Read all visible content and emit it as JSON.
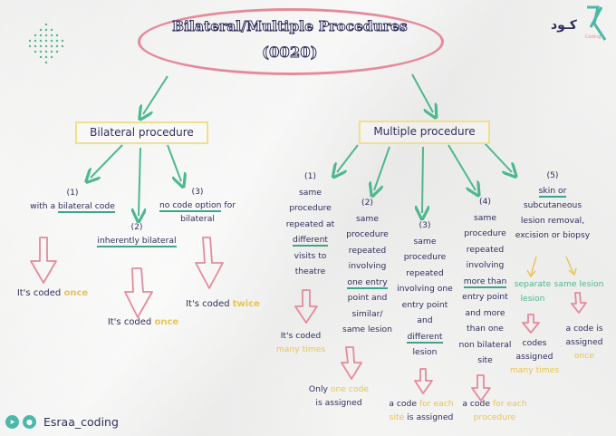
{
  "title": {
    "line1": "Bilateral/Multiple Procedures",
    "line2": "(0020)"
  },
  "logo": {
    "mark": "كـود",
    "sub": "Coding"
  },
  "bilateral": {
    "header": "Bilateral procedure",
    "c1": {
      "num": "(1)",
      "pre": "with a ",
      "u": "bilateral code",
      "res_pre": "It's coded ",
      "res": "once"
    },
    "c2": {
      "num": "(2)",
      "u": "inherently bilateral",
      "res_pre": "It's coded ",
      "res": "once"
    },
    "c3": {
      "num": "(3)",
      "u": "no code option",
      "post": " for",
      "l2": "bilateral",
      "res_pre": "It's coded ",
      "res": "twice"
    }
  },
  "multiple": {
    "header": "Multiple procedure",
    "m1": {
      "num": "(1)",
      "l1": "same",
      "l2": "procedure",
      "l3": "repeated at",
      "u": "different",
      "l5": "visits to",
      "l6": "theatre",
      "res1": "It's coded",
      "res2": "many times"
    },
    "m2": {
      "num": "(2)",
      "l1": "same",
      "l2": "procedure",
      "l3": "repeated",
      "l4": "involving",
      "u": "one entry",
      "l6": "point and",
      "l7": "similar/",
      "l8": "same lesion",
      "res_pre": "Only ",
      "res": "one code",
      "res_l2": "is assigned"
    },
    "m3": {
      "num": "(3)",
      "l1": "same",
      "l2": "procedure",
      "l3": "repeated",
      "l4": "involving one",
      "l5": "entry point",
      "l6": "and",
      "u": "different",
      "l8": "lesion",
      "res_pre": "a code ",
      "res": "for each",
      "res_l2": "site",
      "res_l2b": " is assigned"
    },
    "m4": {
      "num": "(4)",
      "l1": "same",
      "l2": "procedure",
      "l3": "repeated",
      "l4": "involving",
      "u": "more than",
      "l6": "entry point",
      "l7": "and more",
      "l8": "than one",
      "l9": "non bilateral",
      "l10": "site",
      "res_pre": "a code ",
      "res": "for each",
      "res_l2": "procedure"
    },
    "m5": {
      "num": "(5)",
      "u1": "skin or",
      "l2": "subcutaneous",
      "l3": "lesion removal,",
      "l4": "excision or biopsy",
      "a_l1": "separate",
      "a_l2": "lesion",
      "b": "same lesion",
      "a_res1": "codes",
      "a_res2": "assigned",
      "a_res3": "many times",
      "b_res1": "a code is",
      "b_res2": "assigned",
      "b_res3": "once"
    }
  },
  "footer": {
    "handle": "Esraa_coding"
  },
  "colors": {
    "navy": "#2f2f5c",
    "teal": "#4db88e",
    "pink": "#e58a9a",
    "yellow": "#e8c454"
  }
}
